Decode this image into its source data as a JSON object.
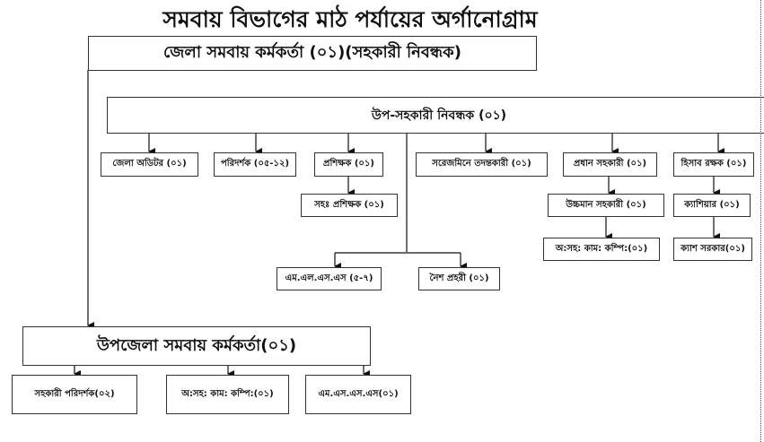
{
  "title": "সমবায় বিভাগের মাঠ পর্যায়ের অর্গানোগ্রাম",
  "district_officer": "জেলা সমবায় কর্মকর্তা (০১)(সহকারী নিবন্ধক)",
  "deputy_registrar": "উপ-সহকারী নিবন্ধক (০১)",
  "row1": [
    "জেলা অডিটর (০১)",
    "পরিদর্শক (০৫-১২)",
    "প্রশিক্ষক (০১)",
    "সরেজমিনে তদন্তকারী (০১)",
    "প্রধান সহকারী (০১)",
    "হিসাব রক্ষক (০১)"
  ],
  "row2": [
    "সহঃ প্রশিক্ষক (০১)",
    "উচ্চমান সহকারী (০১)",
    "ক্যাশিয়ার (০১)"
  ],
  "row3": [
    "অ:সহ: কাম: কম্পি:(০১)",
    "ক্যাশ সরকার(০১)"
  ],
  "support": [
    "এম.এল.এস.এস (৫-৭)",
    "নৈশ প্রহরী (০১)"
  ],
  "upazila_officer": "উপজেলা সমবায় কর্মকর্তা(০১)",
  "upazila_staff": [
    "সহকারী পরিদর্শক(০২)",
    "অ:সহ: কাম: কম্পি:(০১)",
    "এম.এস.এস.এস(০১)"
  ]
}
